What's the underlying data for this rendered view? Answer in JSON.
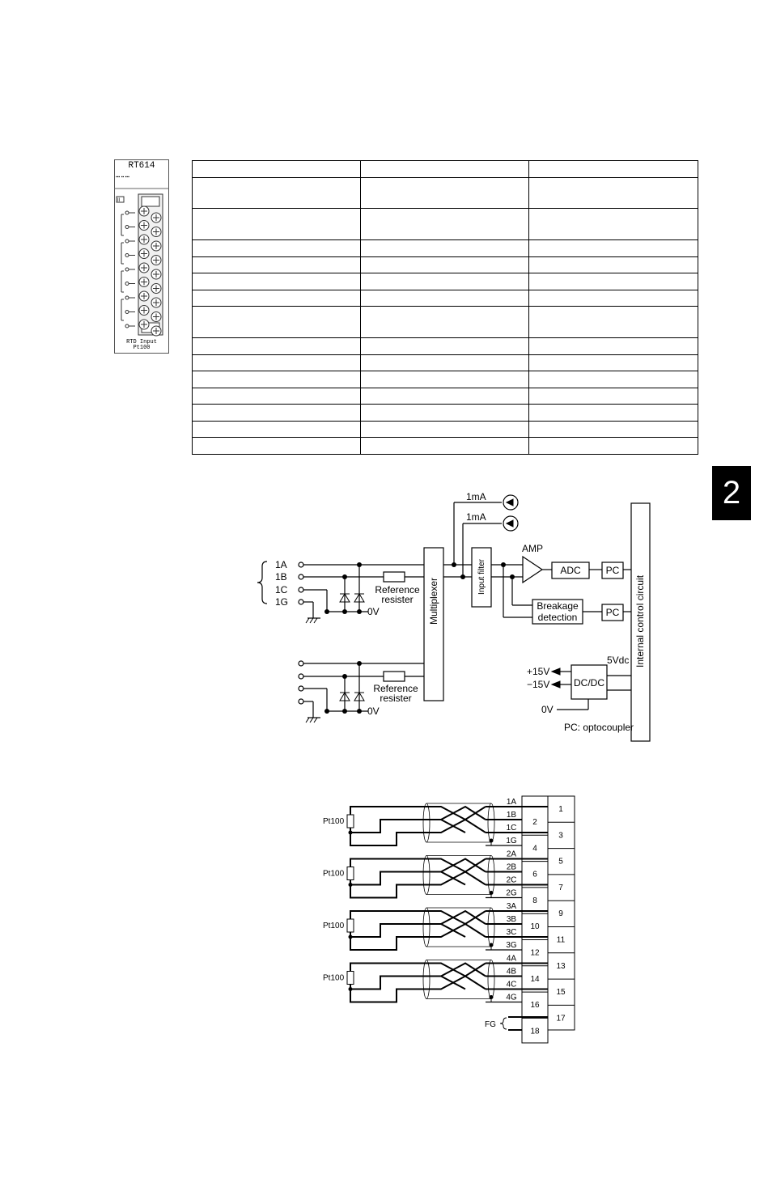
{
  "module": {
    "name": "RT614",
    "caption_line1": "RTD Input",
    "caption_line2": "Pt100"
  },
  "spec_table": {
    "rows": [
      [
        "",
        "",
        ""
      ],
      [
        "",
        "",
        ""
      ],
      [
        "",
        "",
        ""
      ],
      [
        "",
        "",
        ""
      ],
      [
        "",
        "",
        ""
      ],
      [
        "",
        "",
        ""
      ],
      [
        "",
        "",
        ""
      ],
      [
        "",
        "",
        ""
      ],
      [
        "",
        "",
        ""
      ],
      [
        "",
        "",
        ""
      ],
      [
        "",
        "",
        ""
      ],
      [
        "",
        "",
        ""
      ],
      [
        "",
        "",
        ""
      ],
      [
        "",
        "",
        ""
      ],
      [
        "",
        "",
        ""
      ]
    ]
  },
  "chapter": {
    "number": "2"
  },
  "block_diagram": {
    "inputs": [
      "1A",
      "1B",
      "1C",
      "1G"
    ],
    "reference_resister": [
      "Reference",
      "resister"
    ],
    "zero_v": "0V",
    "multiplexer": "Multiplexer",
    "current_source": "1mA",
    "input_filter": "Input filter",
    "amp": "AMP",
    "adc": "ADC",
    "pc": "PC",
    "breakage": [
      "Breakage",
      "detection"
    ],
    "internal_control": "Internal control circuit",
    "vdc": "5Vdc",
    "plus15": "+15V",
    "minus15": "−15V",
    "dcdc": "DC/DC",
    "legend": "PC: optocoupler"
  },
  "wiring_diagram": {
    "sensor_label": "Pt100",
    "channels": [
      [
        "1A",
        "1B",
        "1C",
        "1G"
      ],
      [
        "2A",
        "2B",
        "2C",
        "2G"
      ],
      [
        "3A",
        "3B",
        "3C",
        "3G"
      ],
      [
        "4A",
        "4B",
        "4C",
        "4G"
      ]
    ],
    "terminals_right": [
      "1",
      "3",
      "5",
      "7",
      "9",
      "11",
      "13",
      "15",
      "17"
    ],
    "terminals_left": [
      "2",
      "4",
      "6",
      "8",
      "10",
      "12",
      "14",
      "16",
      "18"
    ],
    "fg": "FG"
  }
}
